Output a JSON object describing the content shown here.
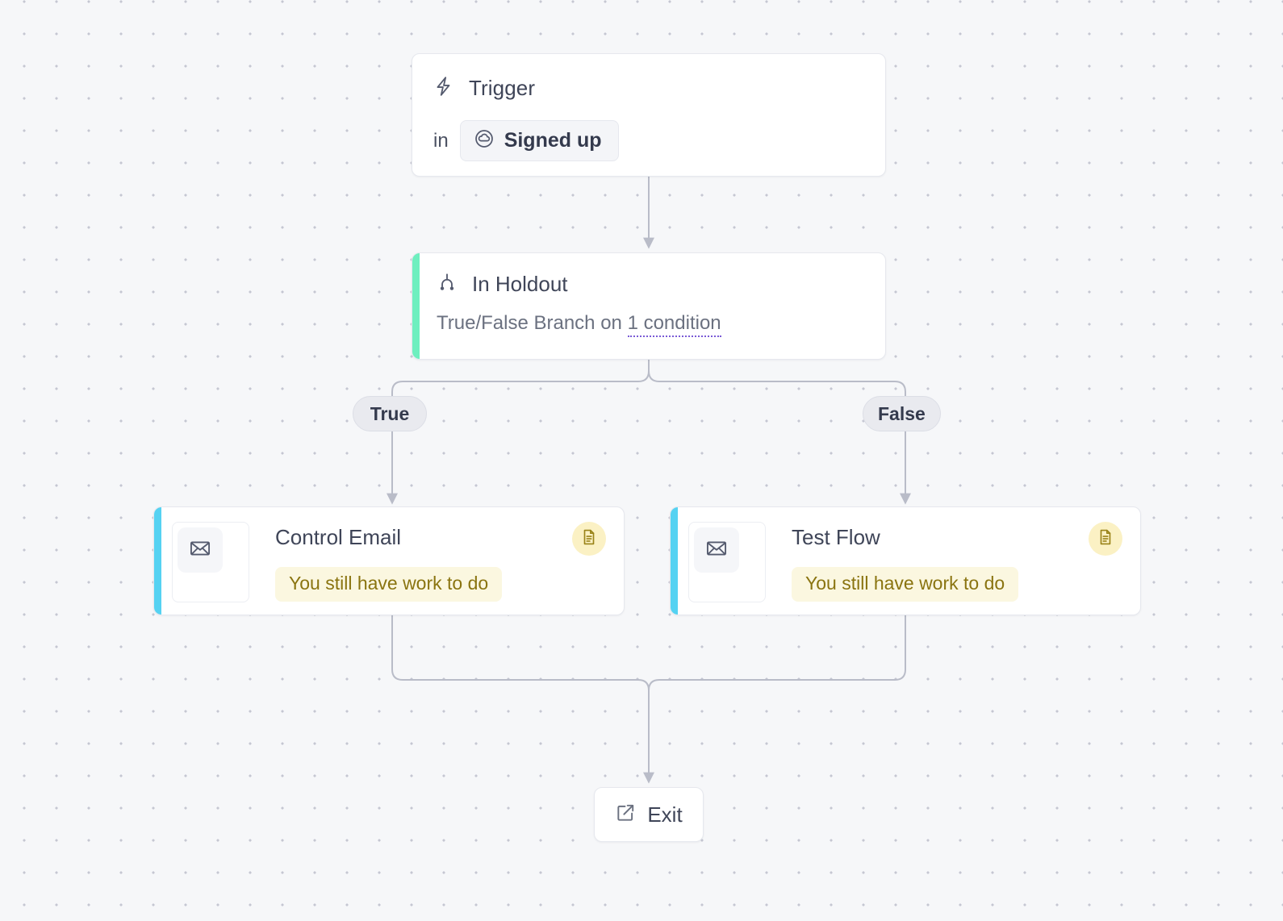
{
  "canvas": {
    "background_color": "#f6f7f9",
    "dot_color": "#c5c7d2",
    "edge_color": "#b9bcc8"
  },
  "nodes": {
    "trigger": {
      "icon": "lightning-bolt-icon",
      "title": "Trigger",
      "in_label": "in",
      "chip": {
        "icon": "cloud-circle-icon",
        "label": "Signed up"
      }
    },
    "holdout": {
      "icon": "branch-split-icon",
      "title": "In Holdout",
      "subtitle_prefix": "True/False Branch on ",
      "condition_link": "1 condition",
      "accent_color": "#6eefbf"
    },
    "control_email": {
      "icon": "envelope-icon",
      "title": "Control Email",
      "warning": "You still have work to do",
      "badge_icon": "document-icon",
      "accent_color": "#55d2f2"
    },
    "test_flow": {
      "icon": "envelope-icon",
      "title": "Test Flow",
      "warning": "You still have work to do",
      "badge_icon": "document-icon",
      "accent_color": "#55d2f2"
    },
    "exit": {
      "icon": "external-link-icon",
      "label": "Exit"
    }
  },
  "branch_labels": {
    "true": "True",
    "false": "False"
  }
}
